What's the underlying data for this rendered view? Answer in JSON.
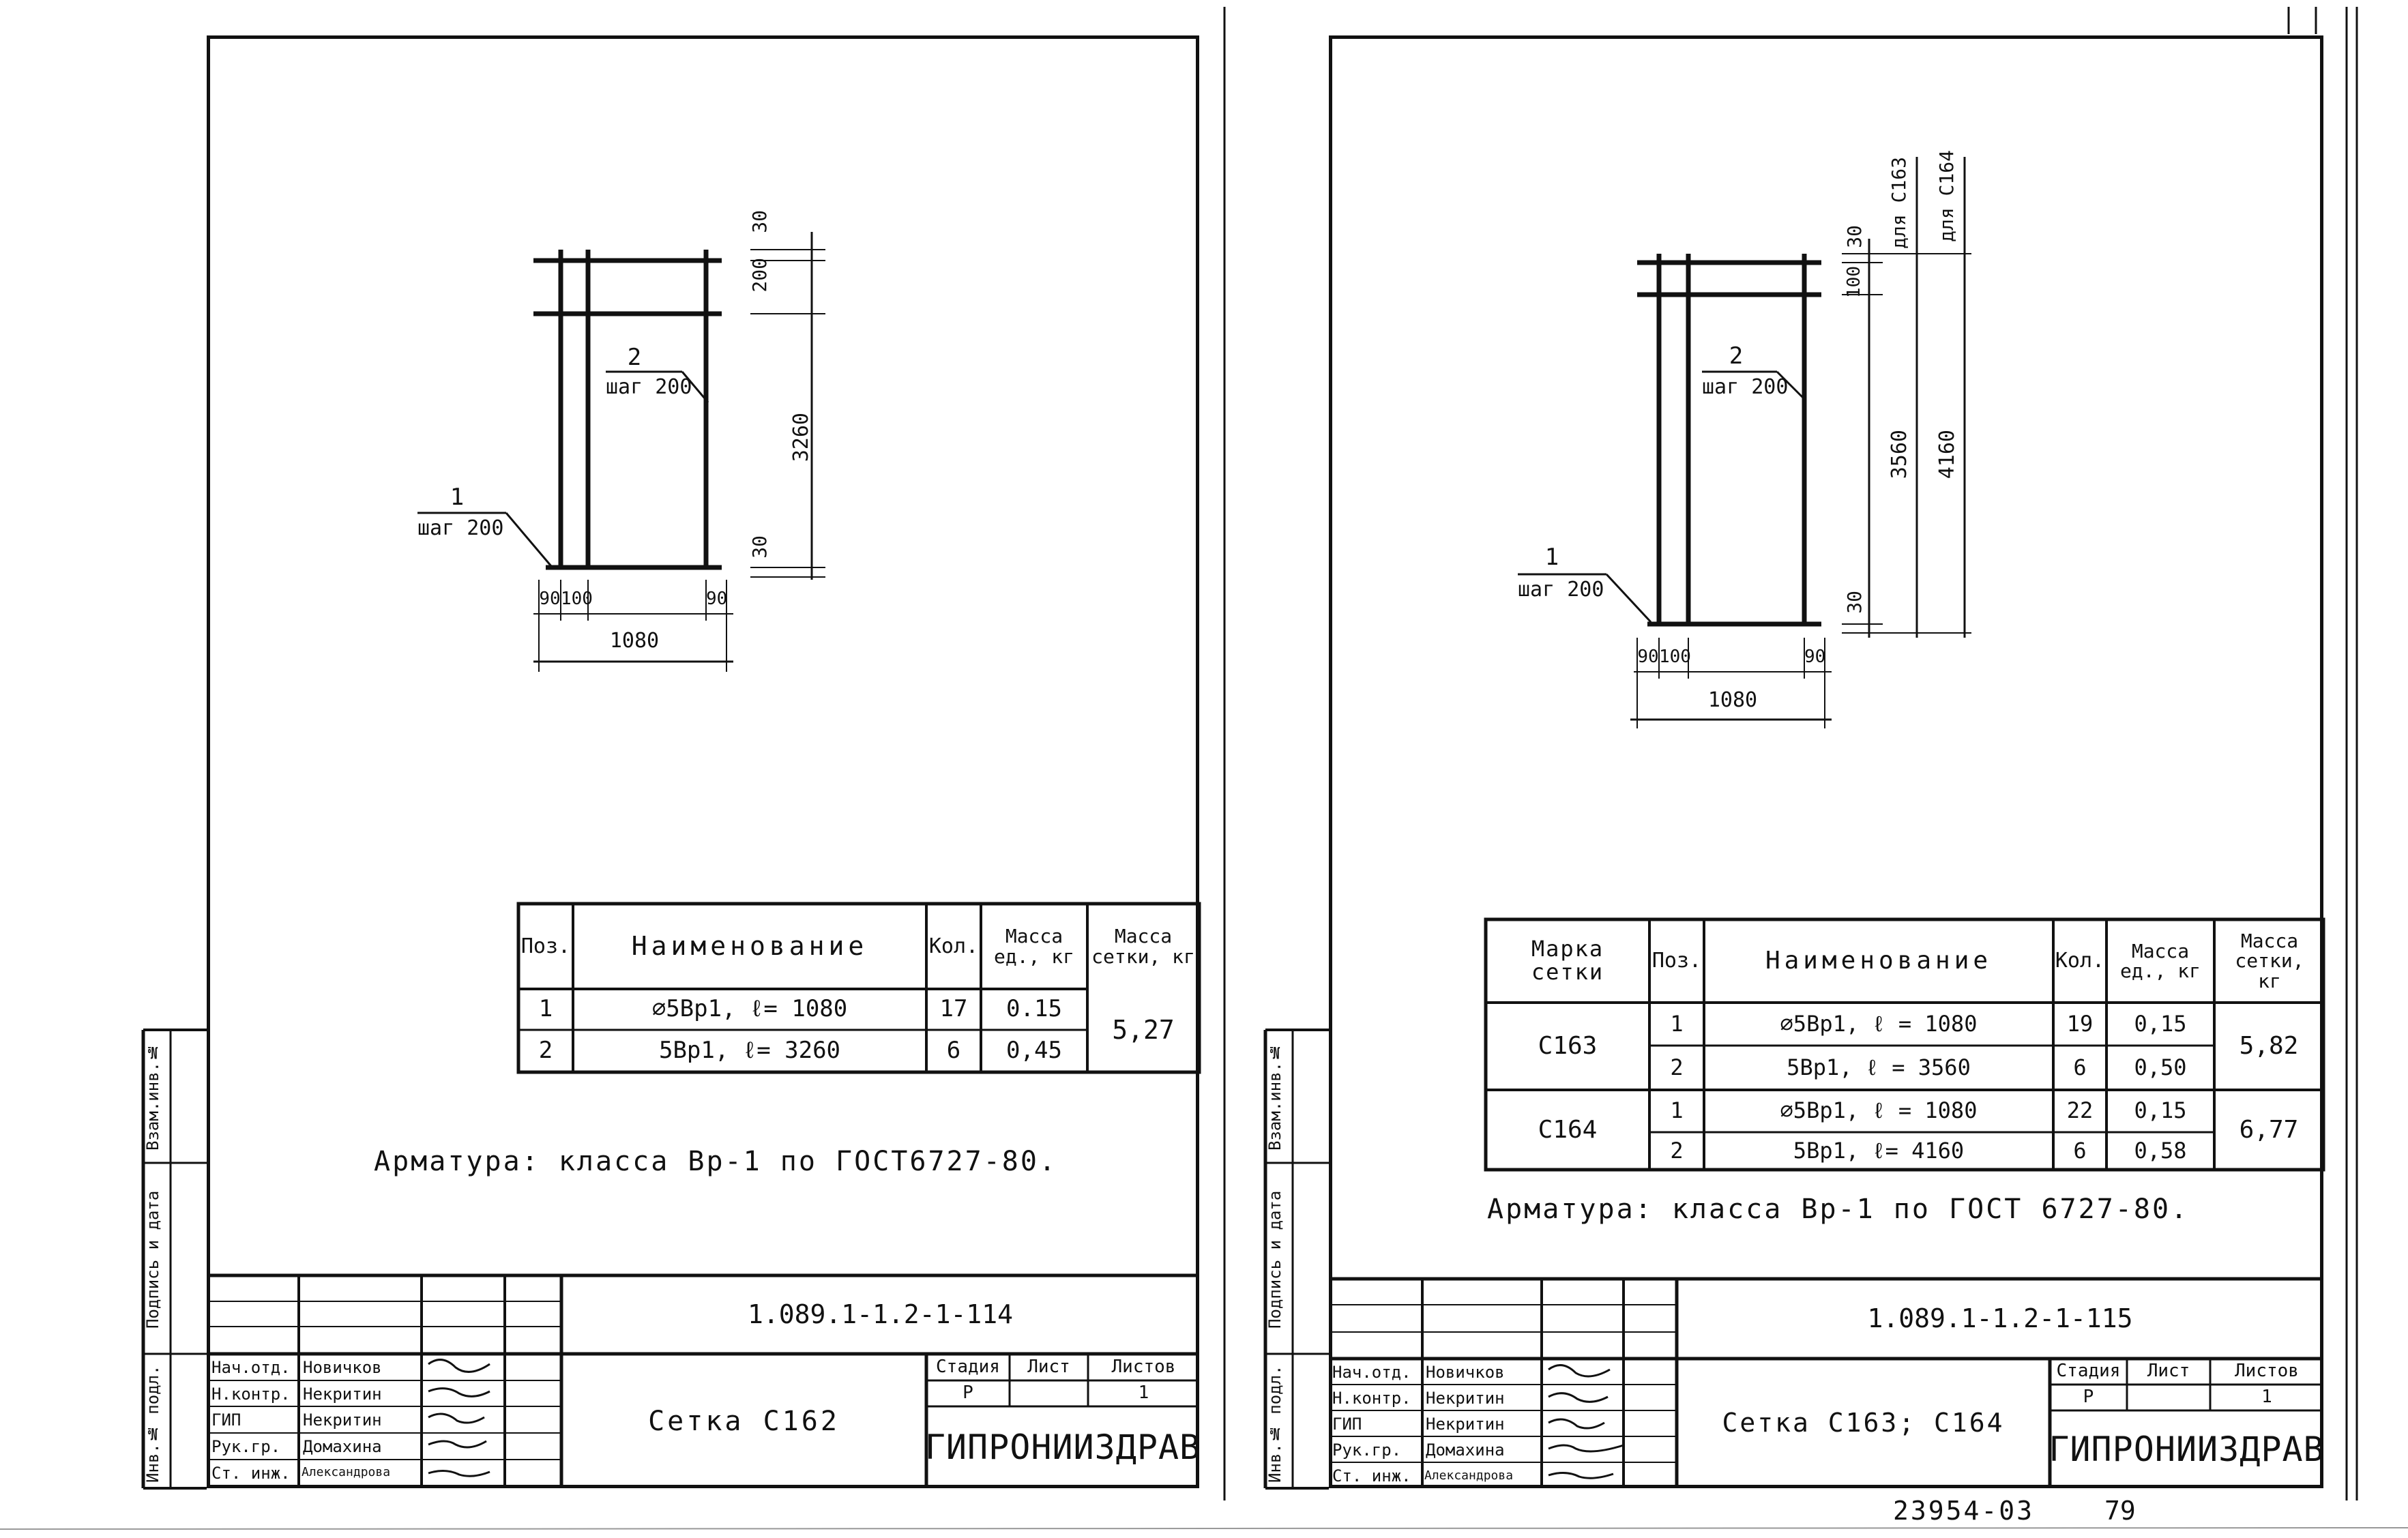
{
  "sheet1": {
    "mesh": {
      "pos1": "1",
      "step1": "шаг 200",
      "pos2": "2",
      "step2": "шаг 200",
      "dims": {
        "top30": "30",
        "top200": "200",
        "total": "3260",
        "bottom30": "30",
        "w90a": "90",
        "w100": "100",
        "w90b": "90",
        "width": "1080"
      }
    },
    "table": {
      "headers": [
        "Поз.",
        "Наименование",
        "Кол.",
        "Масса ед., кг",
        "Масса сетки, кг"
      ],
      "rows": [
        {
          "pos": "1",
          "name": "⌀5Вр1, ℓ= 1080",
          "qty": "17",
          "unit_mass": "0.15"
        },
        {
          "pos": "2",
          "name": "5Вр1, ℓ= 3260",
          "qty": "6",
          "unit_mass": "0,45"
        }
      ],
      "total_mass": "5,27"
    },
    "note": "Арматура: класса Вр-1 по ГОСТ6727-80.",
    "stamp": {
      "code": "1.089.1-1.2-1-114",
      "title": "Сетка С162",
      "stage_h": "Стадия",
      "sheet_h": "Лист",
      "sheets_h": "Листов",
      "stage": "Р",
      "sheets": "1",
      "org": "ГИПРОНИИЗДРАВ",
      "roles": [
        "Нач.отд.",
        "Н.контр.",
        "ГИП",
        "Рук.гр.",
        "Ст. инж."
      ],
      "names": [
        "Новичков",
        "Некритин",
        "Некритин",
        "Домахина",
        "Александрова"
      ]
    },
    "side": [
      "Инв.№ подл.",
      "Подпись и дата",
      "Взам.инв.№"
    ]
  },
  "sheet2": {
    "mesh": {
      "pos1": "1",
      "step1": "шаг 200",
      "pos2": "2",
      "step2": "шаг 200",
      "dims": {
        "top30": "30",
        "top100": "100",
        "c163": "для С163",
        "c164": "для С164",
        "h3560": "3560",
        "h4160": "4160",
        "bottom30": "30",
        "w90a": "90",
        "w100": "100",
        "w90b": "90",
        "width": "1080"
      }
    },
    "table": {
      "headers": [
        "Марка сетки",
        "Поз.",
        "Наименование",
        "Кол.",
        "Масса ед., кг",
        "Масса сетки, кг"
      ],
      "groups": [
        {
          "mark": "С163",
          "total": "5,82",
          "rows": [
            {
              "pos": "1",
              "name": "⌀5Вр1, ℓ = 1080",
              "qty": "19",
              "unit_mass": "0,15"
            },
            {
              "pos": "2",
              "name": "5Вр1, ℓ = 3560",
              "qty": "6",
              "unit_mass": "0,50"
            }
          ]
        },
        {
          "mark": "С164",
          "total": "6,77",
          "rows": [
            {
              "pos": "1",
              "name": "⌀5Вр1, ℓ = 1080",
              "qty": "22",
              "unit_mass": "0,15"
            },
            {
              "pos": "2",
              "name": "5Вр1, ℓ= 4160",
              "qty": "6",
              "unit_mass": "0,58"
            }
          ]
        }
      ]
    },
    "note": "Арматура: класса Вр-1 по ГОСТ 6727-80.",
    "stamp": {
      "code": "1.089.1-1.2-1-115",
      "title": "Сетка С163; С164",
      "stage_h": "Стадия",
      "sheet_h": "Лист",
      "sheets_h": "Листов",
      "stage": "Р",
      "sheets": "1",
      "org": "ГИПРОНИИЗДРАВ",
      "roles": [
        "Нач.отд.",
        "Н.контр.",
        "ГИП",
        "Рук.гр.",
        "Ст. инж."
      ],
      "names": [
        "Новичков",
        "Некритин",
        "Некритин",
        "Домахина",
        "Александрова"
      ]
    },
    "side": [
      "Инв.№ подл.",
      "Подпись и дата",
      "Взам.инв.№"
    ],
    "bottom_number": "23954-03",
    "page_number": "79"
  }
}
